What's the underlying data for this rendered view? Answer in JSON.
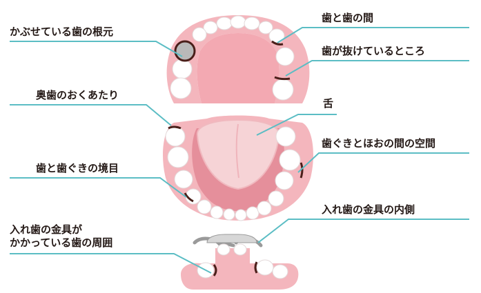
{
  "labels": {
    "cavity_root": "かぶせている歯の根元",
    "between_teeth": "歯と歯の間",
    "missing_teeth": "歯が抜けているところ",
    "back_teeth": "奥歯のおくあたり",
    "tongue": "舌",
    "gum_cheek_gap": "歯ぐきとほおの間の空間",
    "gumline": "歯と歯ぐきの境目",
    "denture_clasp_inside": "入れ歯の金具の内側",
    "denture_clasp_around_line1": "入れ歯の金具が",
    "denture_clasp_around_line2": "かかっている歯の周囲"
  },
  "colors": {
    "gum": "#f4b6bd",
    "gum_dark": "#e58f9b",
    "tooth": "#ffffff",
    "tooth_shade": "#e7e7e7",
    "tongue": "#f6d3d6",
    "stain": "#4a1f1a",
    "leader": "#5bbdc4",
    "metal": "#c8c8c8"
  }
}
